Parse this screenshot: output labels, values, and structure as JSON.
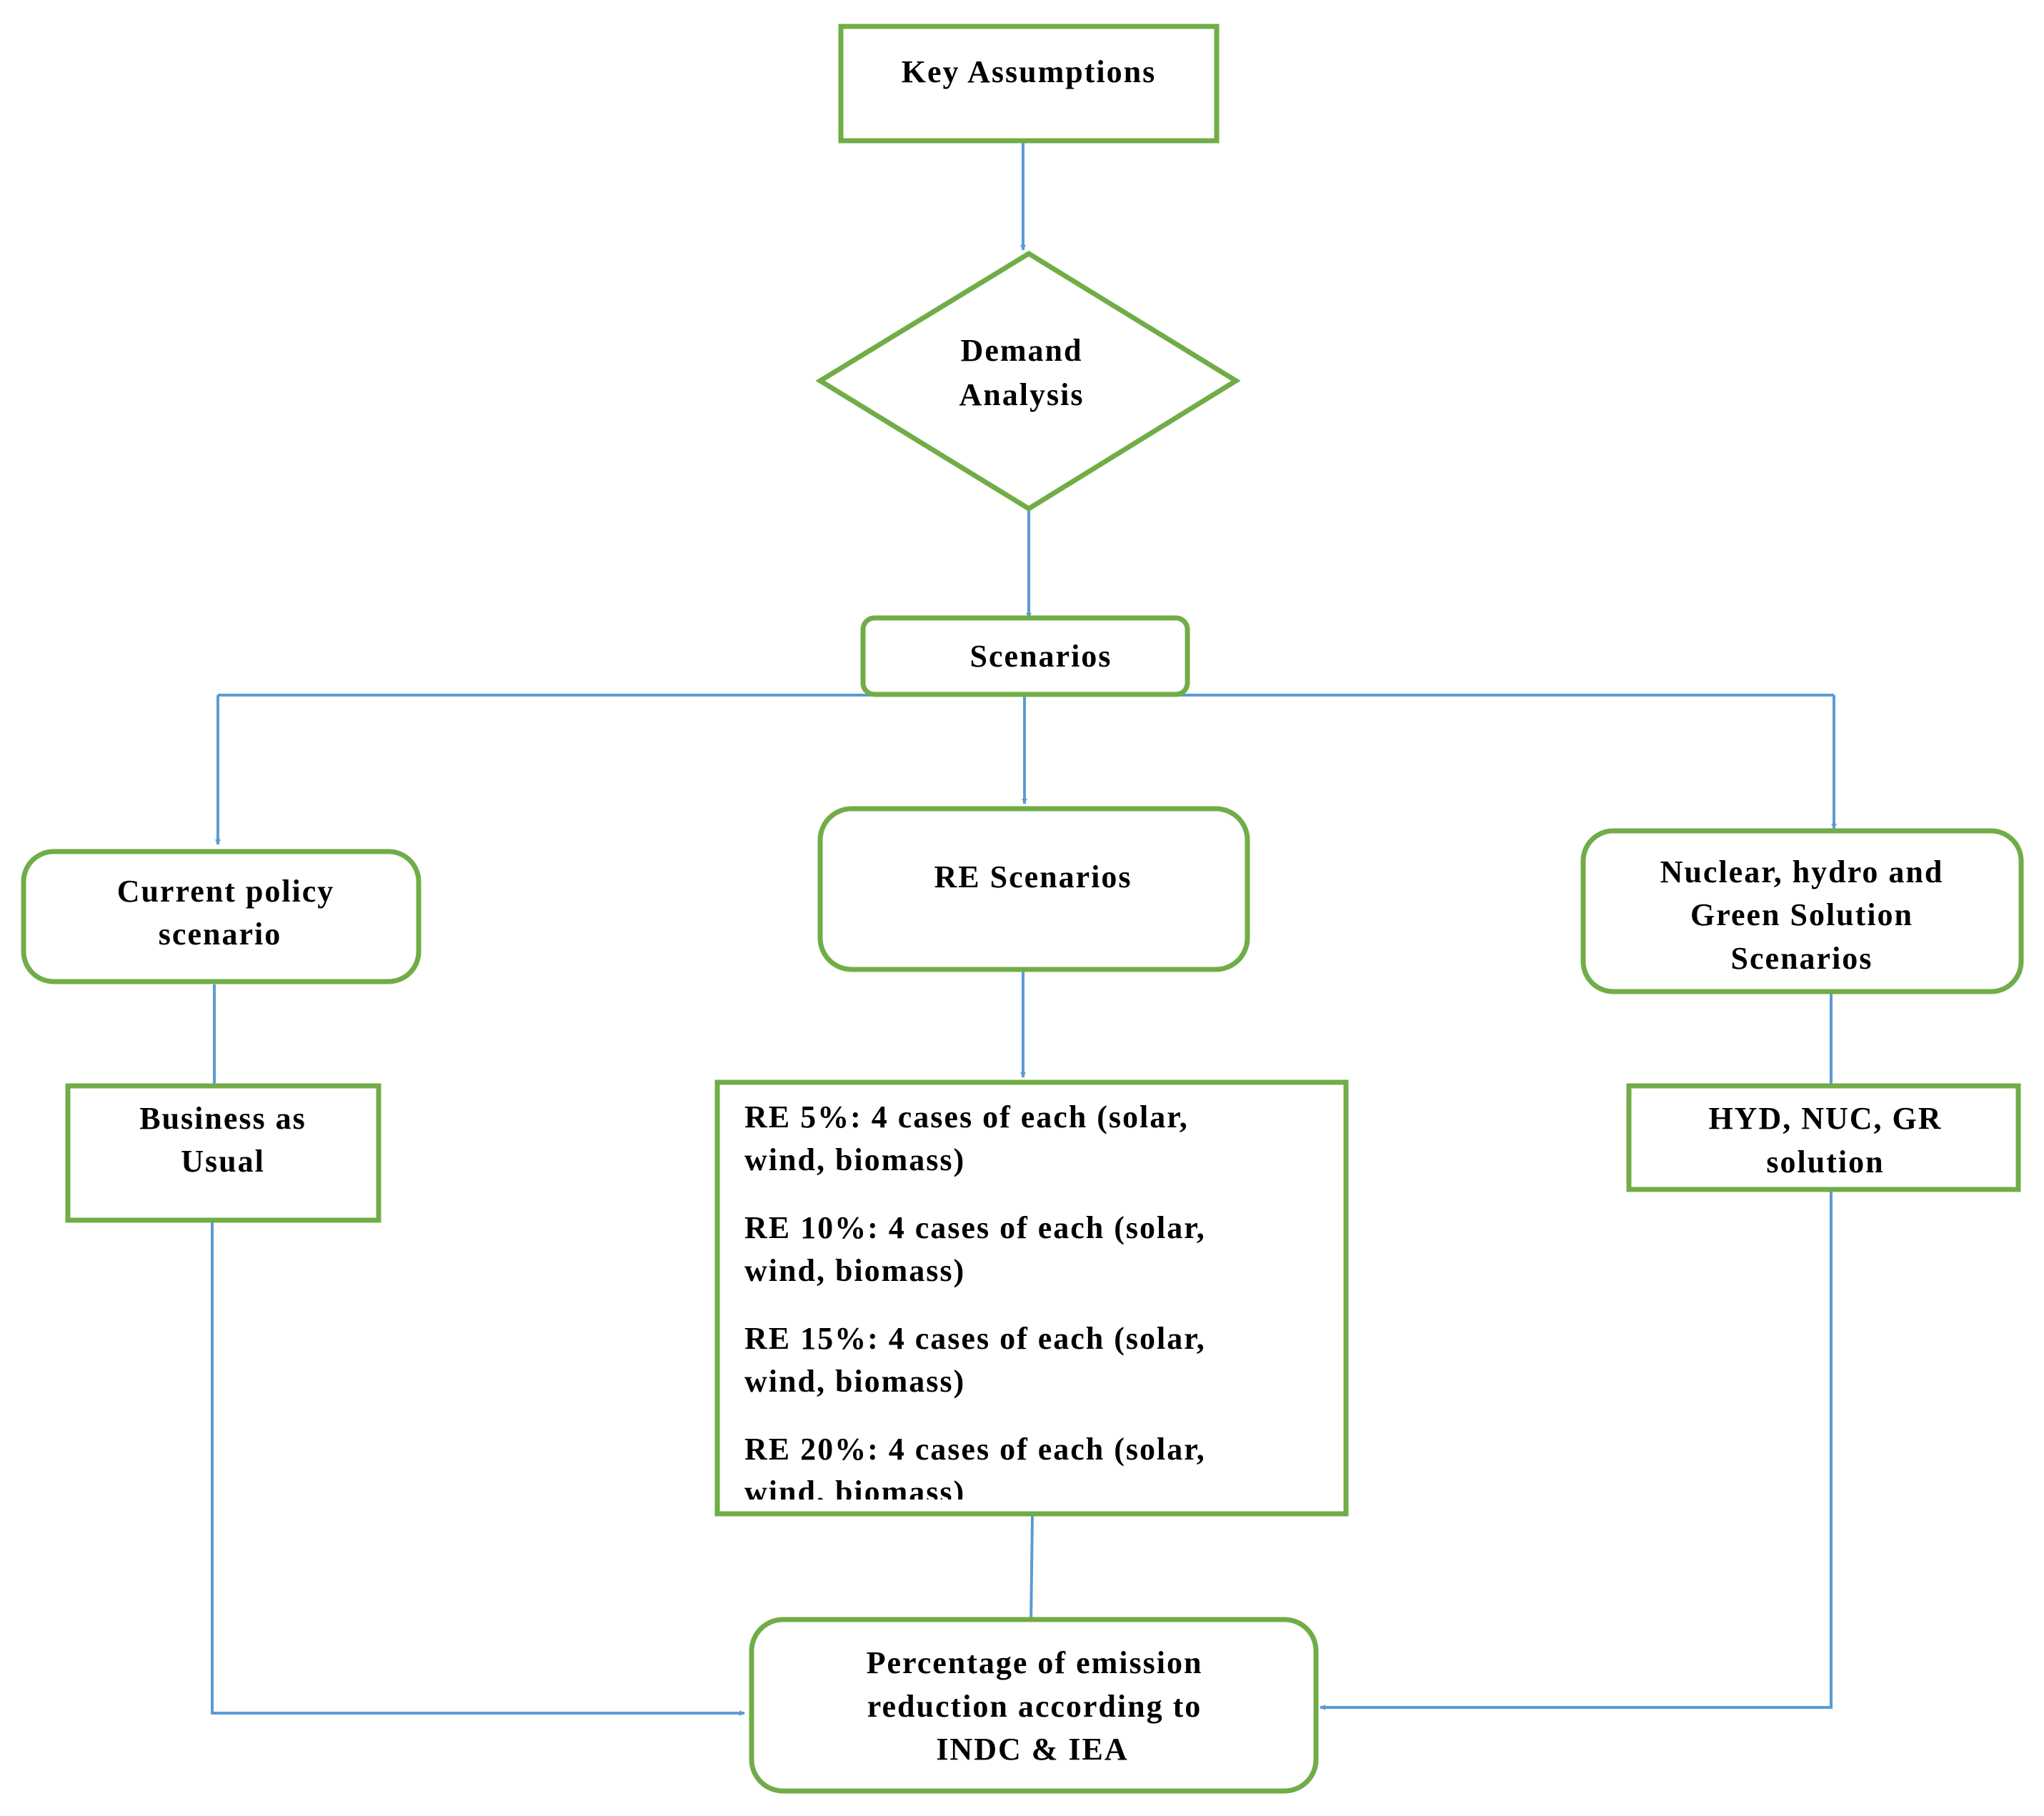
{
  "nodes": {
    "key_assumptions": "Key Assumptions",
    "demand_analysis": [
      "Demand",
      "Analysis"
    ],
    "scenarios": "Scenarios",
    "current_policy": [
      "Current policy",
      "scenario"
    ],
    "re_scenarios": "RE Scenarios",
    "nuclear_hydro_green": [
      "Nuclear, hydro and",
      "Green Solution",
      "Scenarios"
    ],
    "business_as_usual": [
      "Business as",
      "Usual"
    ],
    "re_cases": [
      [
        "RE 5%: 4 cases of each (solar,",
        "wind, biomass)"
      ],
      [
        "RE 10%: 4 cases of each (solar,",
        "wind, biomass)"
      ],
      [
        "RE 15%: 4 cases of each (solar,",
        "wind, biomass)"
      ],
      [
        "RE 20%: 4 cases of each (solar,",
        "wind, biomass)"
      ]
    ],
    "hyd_nuc_gr": [
      "HYD, NUC, GR",
      "solution"
    ],
    "emission_reduction": [
      "Percentage of emission",
      "reduction according to",
      "INDC & IEA"
    ]
  },
  "colors": {
    "node_border": "#70ad47",
    "arrow": "#5b9bd5",
    "text": "#000000"
  }
}
